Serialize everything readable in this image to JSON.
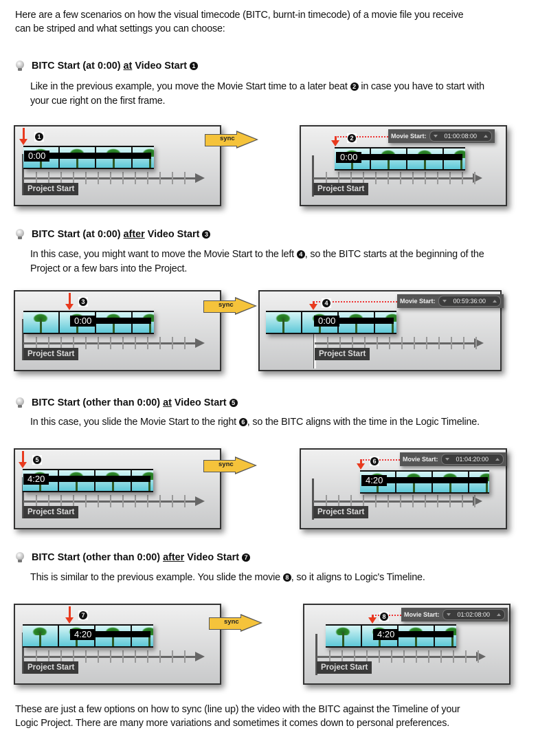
{
  "intro": {
    "line1": "Here are a few scenarios on how the visual timecode (BITC,  burnt-in timecode) of a movie file you receive",
    "line2": "can be striped and what settings you can choose:"
  },
  "sections": [
    {
      "heading_pre": "BITC Start (at 0:00) ",
      "heading_u": "at",
      "heading_post": " Video Start ",
      "heading_num": "1",
      "desc_line1_pre": "Like in the previous example, you move the Movie Start time to a later beat ",
      "desc_num": "2",
      "desc_line1_post": " in case you have to start with",
      "desc_line2": "your cue right on the first frame.",
      "before": {
        "marker": "1",
        "timecode": "0:00",
        "project_start": "Project Start"
      },
      "sync_label": "sync",
      "after": {
        "marker": "2",
        "timecode": "0:00",
        "project_start": "Project Start",
        "movie_start_label": "Movie Start:",
        "movie_start_value": "01:00:08:00"
      }
    },
    {
      "heading_pre": "BITC Start (at 0:00) ",
      "heading_u": "after",
      "heading_post": " Video Start ",
      "heading_num": "3",
      "desc_line1_pre": "In this case, you might want to move the Movie Start to the left ",
      "desc_num": "4",
      "desc_line1_post": ", so the BITC starts at the beginning of the",
      "desc_line2": "Project or a few bars into the Project.",
      "before": {
        "marker": "3",
        "timecode": "0:00",
        "project_start": "Project Start"
      },
      "sync_label": "sync",
      "after": {
        "marker": "4",
        "timecode": "0:00",
        "project_start": "Project Start",
        "movie_start_label": "Movie Start:",
        "movie_start_value": "00:59:36:00"
      }
    },
    {
      "heading_pre": "BITC Start (other than 0:00) ",
      "heading_u": "at",
      "heading_post": " Video Start ",
      "heading_num": "5",
      "desc_line1_pre": "In this case, you slide the Movie Start to the right ",
      "desc_num": "6",
      "desc_line1_post": ", so the BITC aligns with the time in the Logic Timeline.",
      "desc_line2": "",
      "before": {
        "marker": "5",
        "timecode": "4:20",
        "project_start": "Project Start"
      },
      "sync_label": "sync",
      "after": {
        "marker": "6",
        "timecode": "4:20",
        "project_start": "Project Start",
        "movie_start_label": "Movie Start:",
        "movie_start_value": "01:04:20:00"
      }
    },
    {
      "heading_pre": "BITC Start (other than 0:00) ",
      "heading_u": "after",
      "heading_post": " Video Start ",
      "heading_num": "7",
      "desc_line1_pre": "This is similar to the previous example. You slide the movie ",
      "desc_num": "8",
      "desc_line1_post": ", so it aligns to Logic's Timeline.",
      "desc_line2": "",
      "before": {
        "marker": "7",
        "timecode": "4:20",
        "project_start": "Project Start"
      },
      "sync_label": "sync",
      "after": {
        "marker": "8",
        "timecode": "4:20",
        "project_start": "Project Start",
        "movie_start_label": "Movie Start:",
        "movie_start_value": "01:02:08:00"
      }
    }
  ],
  "outro": {
    "line1": "These are just a few options on how to sync (line up) the video with the BITC against the Timeline of your",
    "line2": "Logic Project. There are many more variations and sometimes it comes down to personal preferences."
  },
  "colors": {
    "accent_red": "#e83a1e",
    "sync_yellow": "#f5c33b",
    "panel_border": "#333333"
  }
}
